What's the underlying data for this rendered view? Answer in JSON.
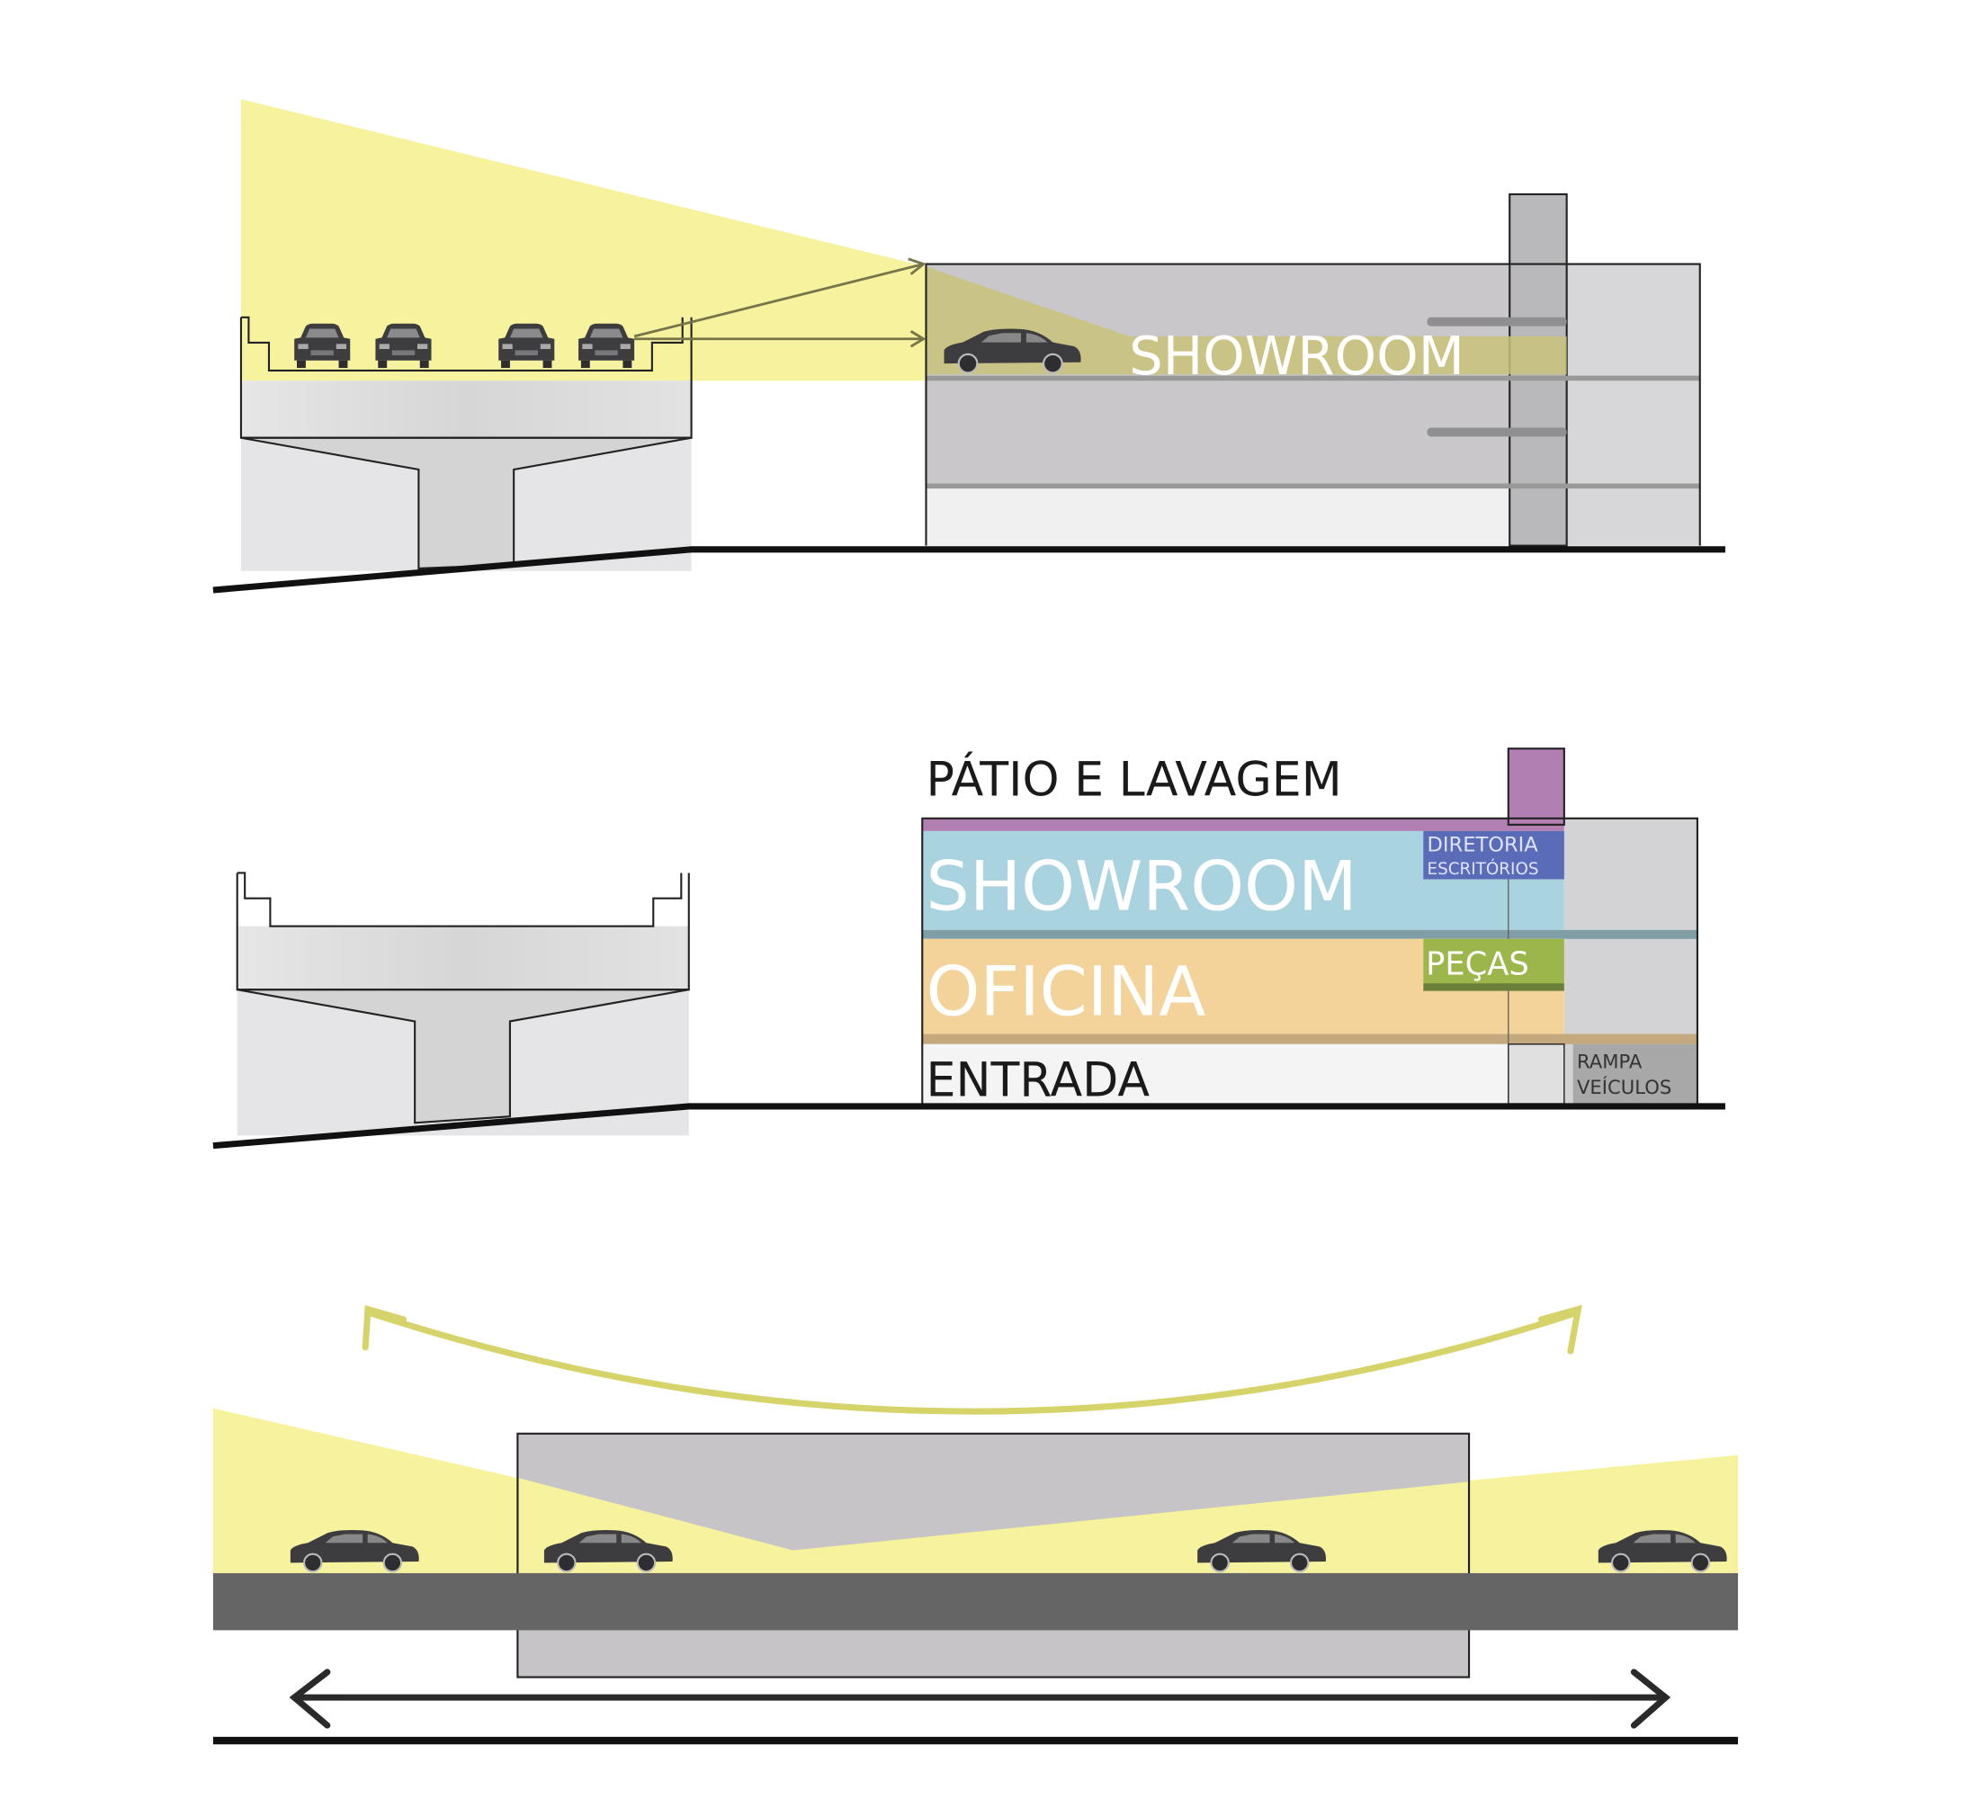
{
  "diagram_top": {
    "showroom_label": "SHOWROOM"
  },
  "diagram_middle": {
    "patio_label": "PÁTIO E LAVAGEM",
    "showroom_label": "SHOWROOM",
    "diretoria_label": "DIRETORIA",
    "escritorios_label": "ESCRITÓRIOS",
    "oficina_label": "OFICINA",
    "pecas_label": "PEÇAS",
    "entrada_label": "ENTRADA",
    "rampa_label_line1": "RAMPA",
    "rampa_label_line2": "VEÍCULOS"
  },
  "colors": {
    "light_yellow": "#f6f29e",
    "building_gray": "#c9c7c9",
    "showroom_blue": "#a9d3de",
    "oficina_orange": "#f3d39a",
    "patio_purple": "#b27fb3",
    "diretoria_blue": "#5a6bb8",
    "pecas_green": "#9bb64a",
    "road_gray": "#656565",
    "arc_arrow": "#d5d36a"
  }
}
